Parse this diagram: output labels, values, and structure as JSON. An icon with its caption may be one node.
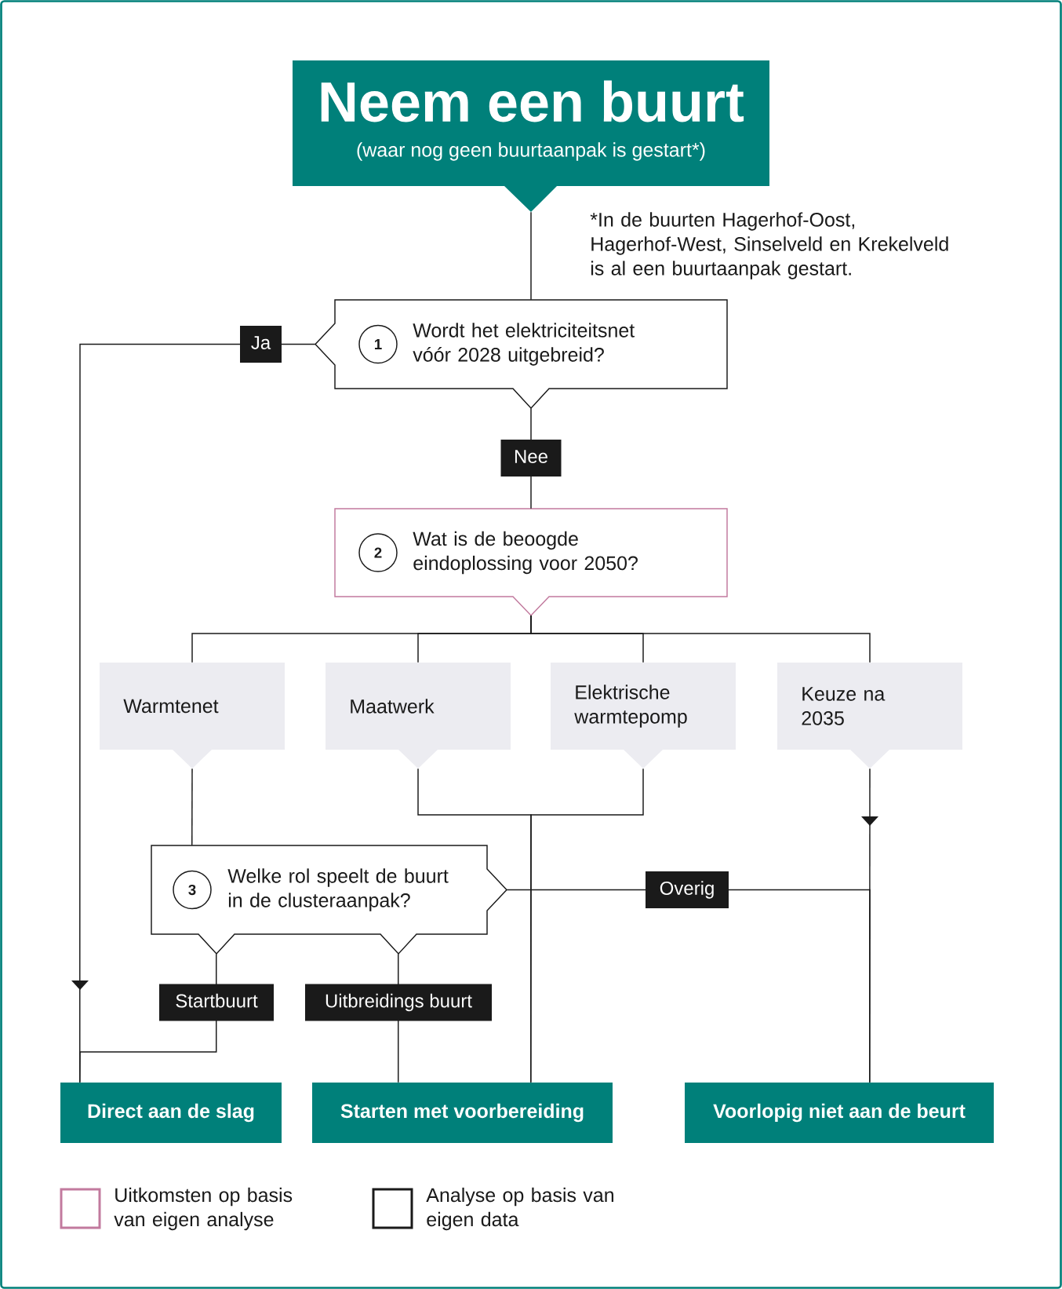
{
  "diagram": {
    "nodes": [
      {
        "text": [
          "Neem een buurt",
          "(waar nog geen buurtaanpak is gestart*)"
        ]
      },
      {
        "text": [
          "Wordt het elektriciteitsnet vóór 2028 uitgebreid?"
        ]
      },
      {
        "text": [
          "1"
        ],
        "in": 1
      },
      {
        "text": [
          "Wat is de beoogde eindoplossing voor 2050?"
        ]
      },
      {
        "text": [
          "2"
        ],
        "in": 3
      },
      {
        "text": [
          "Warmtenet"
        ]
      },
      {
        "text": [
          "Maatwerk"
        ]
      },
      {
        "text": [
          "Elektrische warmtepomp"
        ]
      },
      {
        "text": [
          "Keuze na 2035"
        ]
      },
      {
        "text": [
          "Welke rol speelt de buurt in de clusteraanpak?"
        ]
      },
      {
        "text": [
          "3"
        ],
        "in": 9
      },
      {
        "text": [
          "Direct aan de slag"
        ]
      },
      {
        "text": [
          "Starten met voorbereiding"
        ]
      },
      {
        "text": [
          "Voorlopig niet aan de beurt"
        ]
      }
    ],
    "edges": [
      {
        "from": 0,
        "to": 1,
        "arrow": "none"
      },
      {
        "from": 1,
        "to": 11,
        "arrow": "to",
        "label": "Ja"
      },
      {
        "from": 1,
        "to": 3,
        "arrow": "none",
        "label": "Nee"
      },
      {
        "from": 3,
        "to": 5,
        "arrow": "none"
      },
      {
        "from": 3,
        "to": 6,
        "arrow": "none"
      },
      {
        "from": 3,
        "to": 7,
        "arrow": "none"
      },
      {
        "from": 3,
        "to": 8,
        "arrow": "none"
      },
      {
        "from": 5,
        "to": 9,
        "arrow": "none"
      },
      {
        "from": 6,
        "to": 12,
        "arrow": "none"
      },
      {
        "from": 7,
        "to": 12,
        "arrow": "none"
      },
      {
        "from": 8,
        "to": 13,
        "arrow": "to"
      },
      {
        "from": 9,
        "to": 13,
        "arrow": "none",
        "label": "Overig"
      },
      {
        "from": 9,
        "to": 11,
        "arrow": "none",
        "label": "Startbuurt"
      },
      {
        "from": 9,
        "to": 12,
        "arrow": "none",
        "label": "Uitbreidings buurt"
      }
    ],
    "labels": [
      "*In de buurten Hagerhof-Oost, Hagerhof-West, Sinselveld en Krekelveld is al een buurtaanpak gestart."
    ],
    "legend": [
      {
        "text": "Uitkomsten op basis van eigen analyse",
        "color": "#c27a9e"
      },
      {
        "text": "Analyse op basis van eigen data",
        "color": "#1a1a1a"
      }
    ]
  }
}
